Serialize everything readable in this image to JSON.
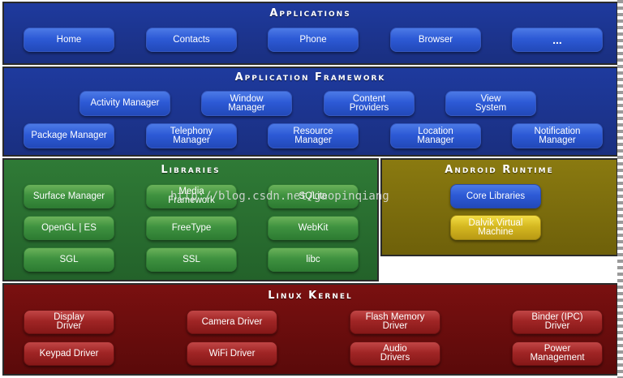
{
  "applications": {
    "title": "Applications",
    "items": [
      "Home",
      "Contacts",
      "Phone",
      "Browser",
      "..."
    ]
  },
  "framework": {
    "title": "Application Framework",
    "row1": [
      "Activity Manager",
      "Window\nManager",
      "Content\nProviders",
      "View\nSystem"
    ],
    "row2": [
      "Package Manager",
      "Telephony\nManager",
      "Resource\nManager",
      "Location\nManager",
      "Notification\nManager"
    ]
  },
  "libraries": {
    "title": "Libraries",
    "items": [
      "Surface Manager",
      "Media\nFramework",
      "SQLite",
      "OpenGL | ES",
      "FreeType",
      "WebKit",
      "SGL",
      "SSL",
      "libc"
    ]
  },
  "runtime": {
    "title": "Android Runtime",
    "core": "Core Libraries",
    "vm": "Dalvik Virtual\nMachine"
  },
  "kernel": {
    "title": "Linux Kernel",
    "items": [
      "Display\nDriver",
      "Camera Driver",
      "Flash Memory\nDriver",
      "Binder (IPC)\nDriver",
      "Keypad Driver",
      "WiFi Driver",
      "Audio\nDrivers",
      "Power\nManagement"
    ]
  },
  "watermark": "http://blog.csdn.net/gaopinqiang",
  "colors": {
    "applications_bg": "#1e3a9e",
    "framework_bg": "#1e3a9e",
    "libraries_bg": "#2f7a36",
    "runtime_bg": "#8a7a10",
    "kernel_bg": "#7a1010"
  }
}
